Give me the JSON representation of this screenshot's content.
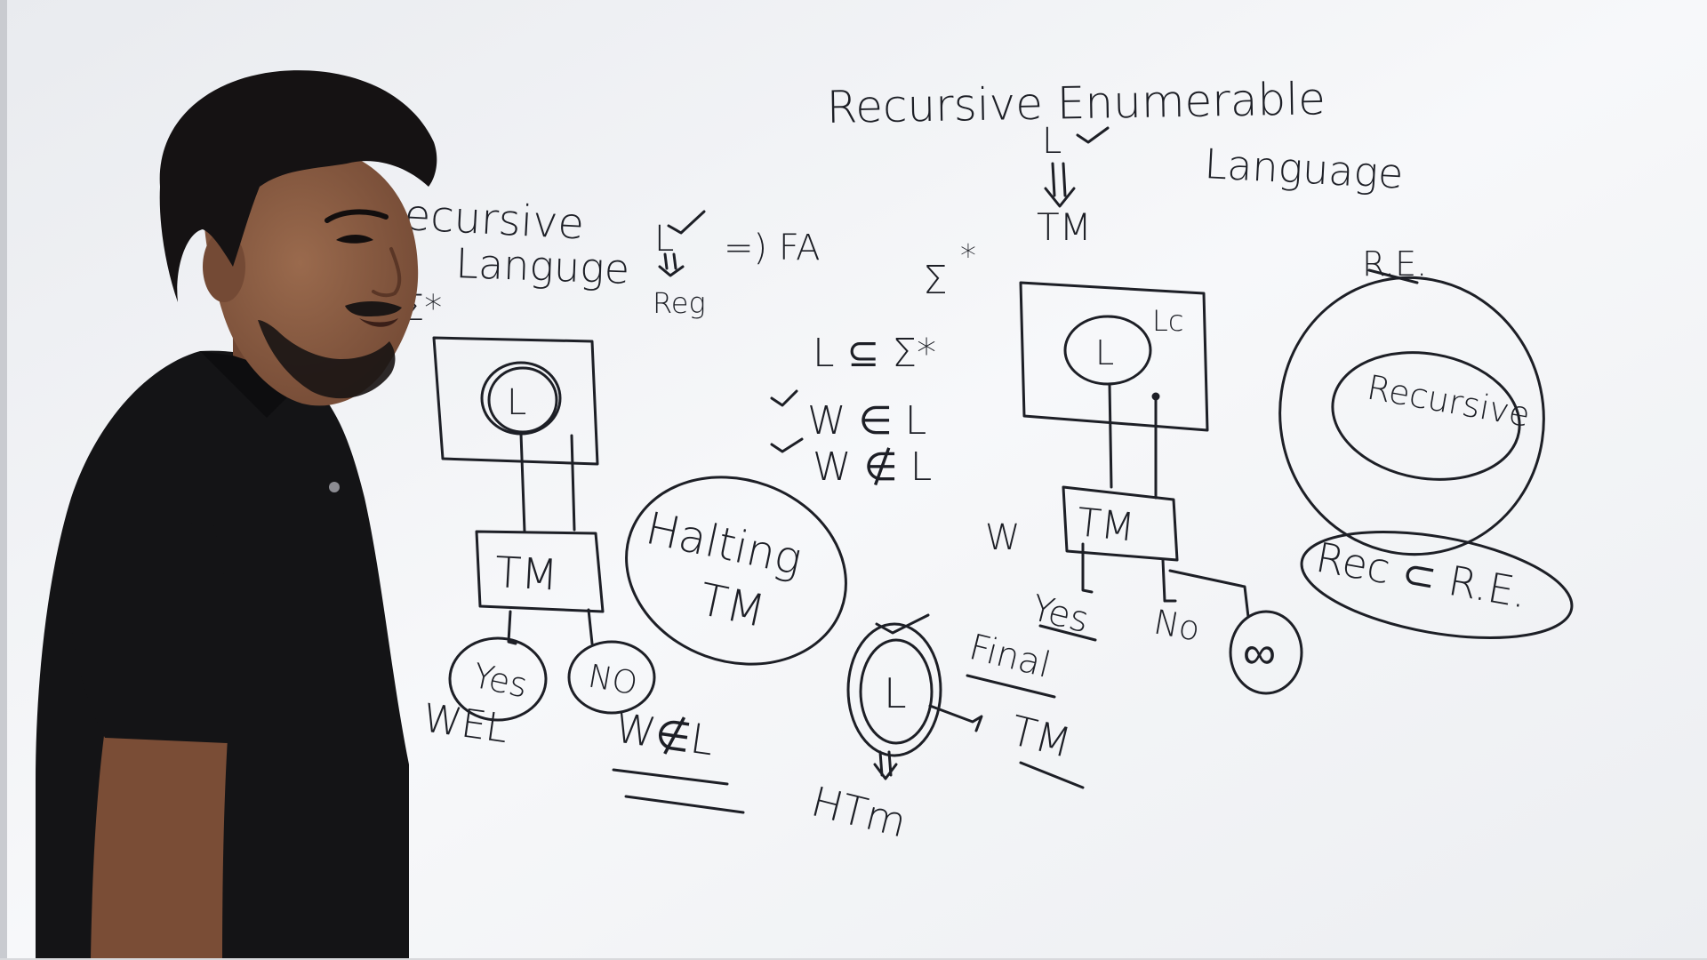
{
  "whiteboard": {
    "title_line1": "Recursive Enumerable",
    "title_line2": "Language",
    "left_title_line1": "ecursive",
    "left_title_line2": "Languge",
    "l_check": "L",
    "fa_label": "=) FA",
    "reg_label": "Reg",
    "sigma_star_left": "Σ*",
    "sigma_star_mid": "Σ",
    "star": "*",
    "subset_text": "L ⊆ Σ*",
    "w_in_L": "W ∈ L",
    "w_notin_L": "W ∉ L",
    "circle_L": "L",
    "tm_box": "TM",
    "yes_left": "Yes",
    "no_left": "NO",
    "w_in_L_under": "WEL",
    "w_notin_L_under": "W∉L",
    "halting_line1": "Halting",
    "halting_line2": "TM",
    "final_label": "Final",
    "htm_label": "HTm",
    "tm_right_arrow": "TM",
    "re_top_L": "L",
    "re_top_tm": "TM",
    "lc_label": "Lc",
    "w_label": "W",
    "yes_right": "Yes",
    "no_right": "No",
    "infinity": "∞",
    "re_label": "R.E.",
    "recursive_inner": "Recursive",
    "rec_subset": "Rec ⊂ R.E."
  },
  "colors": {
    "board": "#f4f5f7",
    "ink": "#1d1f26",
    "shirt": "#141416",
    "skin": "#8a5a40",
    "hair": "#151213"
  }
}
